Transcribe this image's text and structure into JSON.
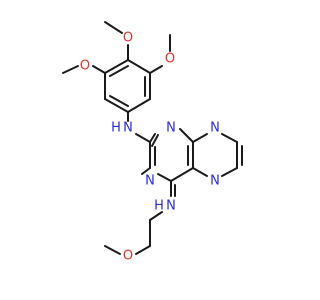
{
  "molecule": {
    "atoms": {
      "o_methoxy_top": "O",
      "o_methoxy_left": "O",
      "o_methoxy_right": "O",
      "n_anilino": "N",
      "n_anilino_h": "H",
      "n_ring_1": "N",
      "n_ring_3": "N",
      "n_ring_5": "N",
      "n_ring_8": "N",
      "n_alkyl": "N",
      "n_alkyl_h": "H",
      "o_methoxyethyl": "O"
    },
    "colors": {
      "bond": "#1a1a1a",
      "oxygen": "#e8302a",
      "nitrogen": "#2b2bd9",
      "hydrogen": "#2b2bd9"
    }
  }
}
